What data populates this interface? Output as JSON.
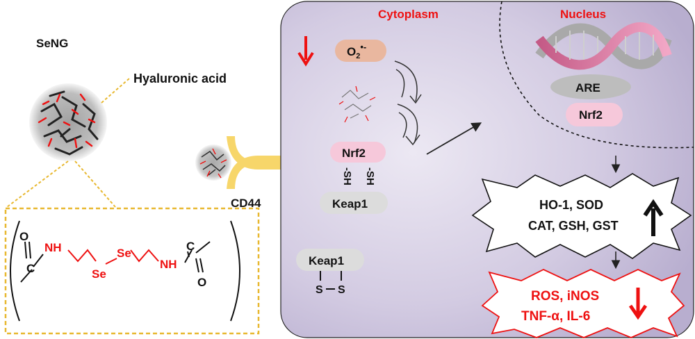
{
  "left_panel": {
    "title": "SeNG",
    "ha_label": "Hyaluronic acid",
    "receptor_label": "CD44"
  },
  "structure": {
    "o_left": "O",
    "c_left": "C",
    "nh_left": "NH",
    "se_left": "Se",
    "se_right": "Se",
    "nh_right": "NH",
    "c_right": "C",
    "o_right": "O"
  },
  "cell": {
    "cytoplasm_label": "Cytoplasm",
    "nucleus_label": "Nucleus",
    "superoxide_label": "O",
    "superoxide_sub": "2",
    "superoxide_sup": "•-",
    "nrf2_cyto": "Nrf2",
    "sh_left": "-SH",
    "sh_right": "-SH",
    "keap1_bound": "Keap1",
    "keap1_free": "Keap1",
    "s_left": "S",
    "s_right": "S",
    "are_label": "ARE",
    "nrf2_nuc": "Nrf2"
  },
  "outputs": {
    "antioxidant_line1": "HO-1, SOD",
    "antioxidant_line2": "CAT, GSH, GST",
    "inflammatory_line1": "ROS, iNOS",
    "inflammatory_line2": "TNF-α, IL-6"
  },
  "colors": {
    "red": "#ee1111",
    "cell_fill": "#c7bed8",
    "cell_center": "#e9e5f1",
    "cd44": "#f7d66a",
    "nrf2_pill": "#f6c8da",
    "keap1_pill": "#dcdcdc",
    "superoxide_pill": "#e9b79f",
    "dashed_box": "#e8b830"
  }
}
